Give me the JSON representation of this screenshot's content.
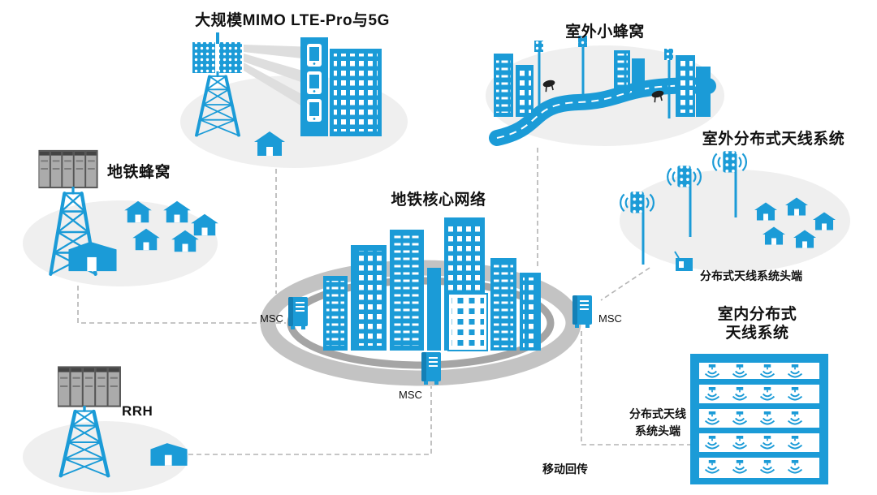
{
  "diagram": {
    "clusters": {
      "massive_mimo": {
        "label": "大规模MIMO LTE-Pro与5G"
      },
      "outdoor_small_cell": {
        "label": "室外小蜂窝"
      },
      "metro_cell": {
        "label": "地铁蜂窝"
      },
      "core_network": {
        "label": "地铁核心网络"
      },
      "outdoor_das": {
        "label": "室外分布式天线系统",
        "headend_label": "分布式天线系统头端"
      },
      "indoor_das": {
        "label_line1": "室内分布式",
        "label_line2": "天线系统",
        "headend_line1": "分布式天线",
        "headend_line2": "系统头端"
      },
      "rrh": {
        "label": "RRH"
      }
    },
    "nodes": {
      "msc_left": {
        "label": "MSC"
      },
      "msc_bottom": {
        "label": "MSC"
      },
      "msc_right": {
        "label": "MSC"
      }
    },
    "backhaul": {
      "label": "移动回传"
    },
    "icons": {
      "cell-tower": "lattice triangle tower",
      "massive-mimo-array": "dotted antenna panel grid",
      "building": "blue block with white windows",
      "house": "blue gabled house",
      "server-rack": "gray cabinet row",
      "msc-cabinet": "blue equipment cabinet",
      "panel-antenna": "dotted panel with signal arcs",
      "ceiling-antenna": "dome with downward wifi arcs",
      "small-cell-unit": "black pole-mounted unit",
      "road": "blue winding road",
      "core-ring": "gray ring platform"
    },
    "colors": {
      "primary_blue": "#1b9bd7",
      "dark_blue": "#1480b6",
      "ring_gray": "#c3c3c3",
      "ring_inner_gray": "#a5a5a5",
      "platform_gray": "#efefef",
      "dashed_line": "#b3b3b3",
      "rack_gray": "#ababab",
      "unit_dark": "#1f1f1f",
      "text": "#111111"
    }
  }
}
